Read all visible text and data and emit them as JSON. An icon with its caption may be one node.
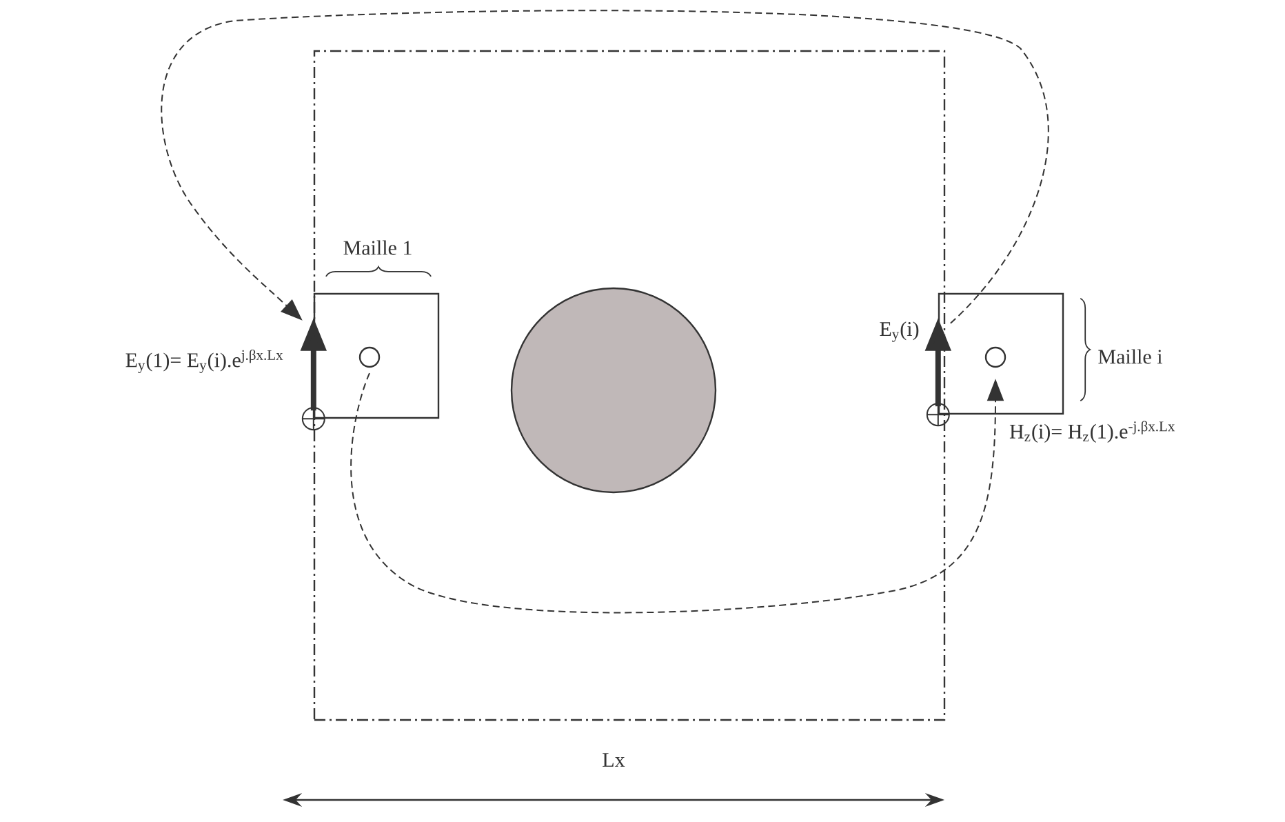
{
  "diagram": {
    "nodes": [
      {
        "text": [],
        "shape": "box"
      },
      {
        "text": [
          "Maille 1"
        ],
        "in": 0,
        "beside": [
          "E$_{y}$(1)= E$_{y}$(i).e$^{j.βx.Lx}$"
        ]
      },
      {
        "text": [
          "Maille i"
        ],
        "beside": [
          "E$_{y}$(i)",
          "H$_{z}$(i)= H$_{z}$(1).e$^{-j.βx.Lx}$"
        ]
      },
      {
        "text": [],
        "shape": "circle",
        "in": 0
      },
      {
        "text": [],
        "shape": "circle",
        "in": 1
      },
      {
        "text": [],
        "shape": "circle",
        "in": 2
      }
    ],
    "edges": [
      {
        "from": 2,
        "to": 1,
        "arrow": "to",
        "style": "dashed"
      },
      {
        "from": 4,
        "to": 5,
        "arrow": "to",
        "style": "dashed"
      }
    ],
    "labels": [
      "Lx"
    ]
  }
}
